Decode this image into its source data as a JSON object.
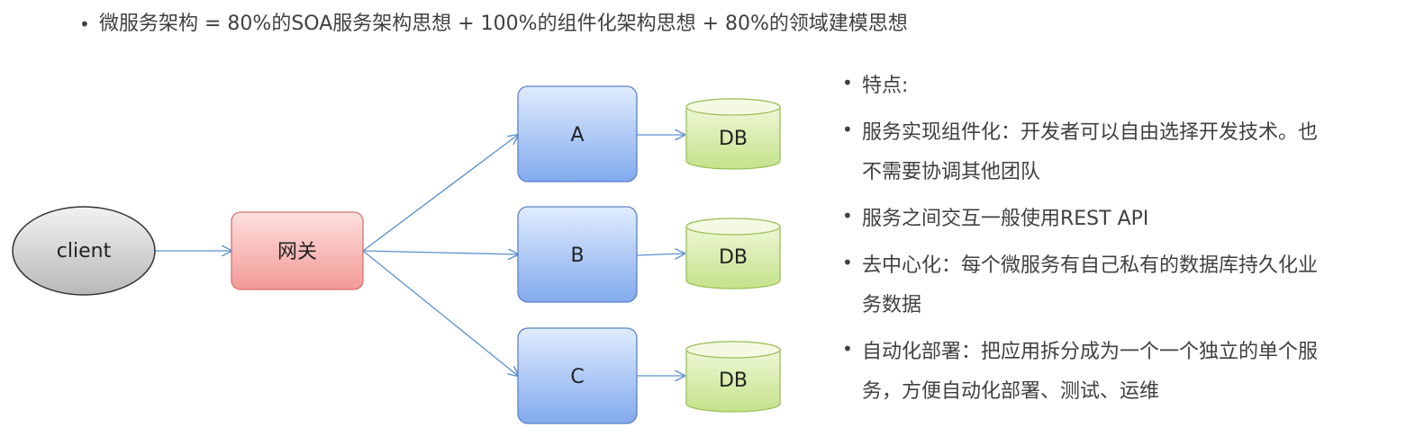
{
  "header": {
    "formula": "微服务架构 = 80%的SOA服务架构思想 + 100%的组件化架构思想 + 80%的领域建模思想"
  },
  "diagram": {
    "client_label": "client",
    "gateway_label": "网关",
    "services": [
      {
        "label": "A",
        "db_label": "DB"
      },
      {
        "label": "B",
        "db_label": "DB"
      },
      {
        "label": "C",
        "db_label": "DB"
      }
    ],
    "colors": {
      "client": "#c8c8c8",
      "gateway": "#f4a9a6",
      "service": "#8fb4ef",
      "db": "#cfe89a",
      "arrow": "#5b8fd0"
    }
  },
  "features": {
    "heading": "特点:",
    "items": [
      {
        "lines": [
          "服务实现组件化：开发者可以自由选择开发技术。也",
          "不需要协调其他团队"
        ]
      },
      {
        "lines": [
          "服务之间交互一般使用REST API"
        ]
      },
      {
        "lines": [
          "去中心化：每个微服务有自己私有的数据库持久化业",
          "务数据"
        ]
      },
      {
        "lines": [
          "自动化部署：把应用拆分成为一个一个独立的单个服",
          "务，方便自动化部署、测试、运维"
        ]
      }
    ]
  }
}
